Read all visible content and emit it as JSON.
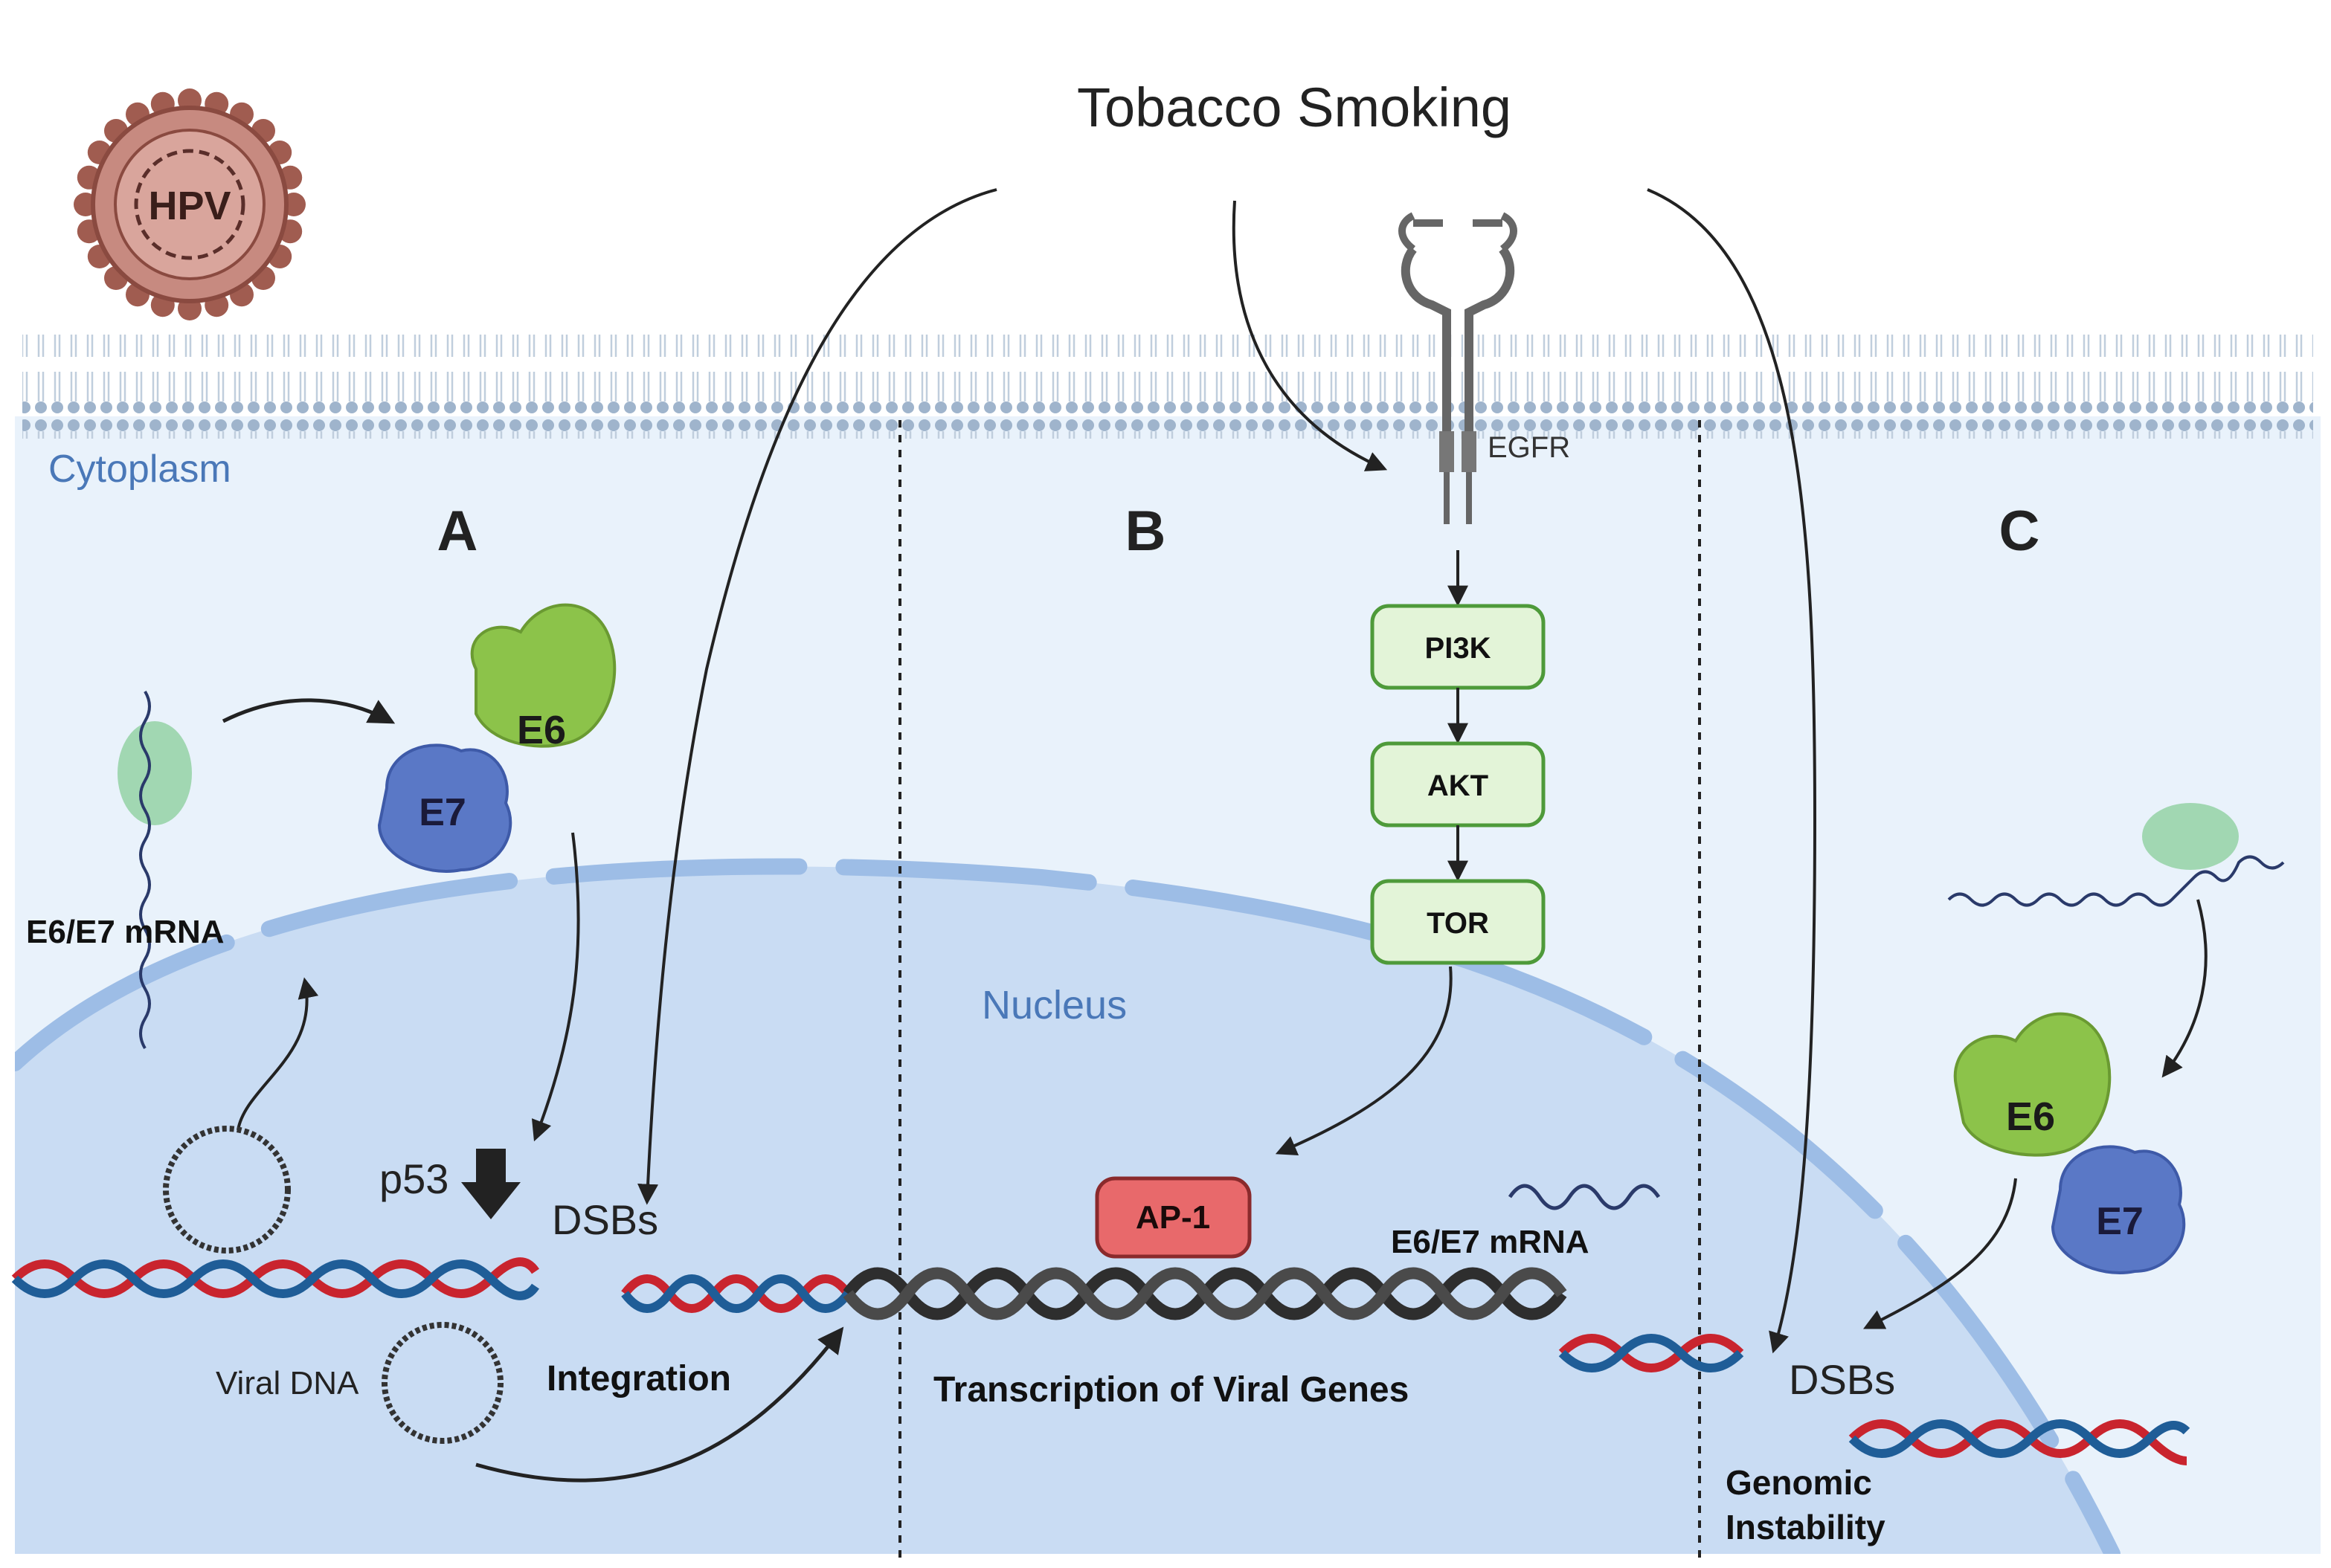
{
  "title": "Tobacco Smoking",
  "virus_label": "HPV",
  "cytoplasm_label": "Cytoplasm",
  "nucleus_label": "Nucleus",
  "panels": {
    "a": "A",
    "b": "B",
    "c": "C"
  },
  "panel_a": {
    "mrna_label": "E6/E7 mRNA",
    "e6": "E6",
    "e7": "E7",
    "p53": "p53",
    "dsbs": "DSBs",
    "viral_dna": "Viral DNA",
    "integration": "Integration"
  },
  "panel_b": {
    "receptor": "EGFR",
    "pathway": [
      "PI3K",
      "AKT",
      "TOR"
    ],
    "ap1": "AP-1",
    "mrna_label": "E6/E7 mRNA",
    "transcription": "Transcription of Viral Genes"
  },
  "panel_c": {
    "e6": "E6",
    "e7": "E7",
    "dsbs": "DSBs",
    "genomic_line1": "Genomic",
    "genomic_line2": "Instability"
  },
  "colors": {
    "cytoplasm": "#e9f2fb",
    "nucleus": "#c9dcf3",
    "nuclear_envelope": "#9dbde6",
    "membrane": "#a9bdd4",
    "dna_red": "#c9242e",
    "dna_blue": "#1f5d97",
    "dna_integrated": "#3a3a3a",
    "e6_green": "#8cc34a",
    "e7_blue": "#5a78c6",
    "pathway_box": "#e3f4d8",
    "pathway_border": "#4e9a3a",
    "ap1_red": "#e8696b",
    "hpv_brown": "#a05c50",
    "label_blue": "#4a78b8"
  }
}
